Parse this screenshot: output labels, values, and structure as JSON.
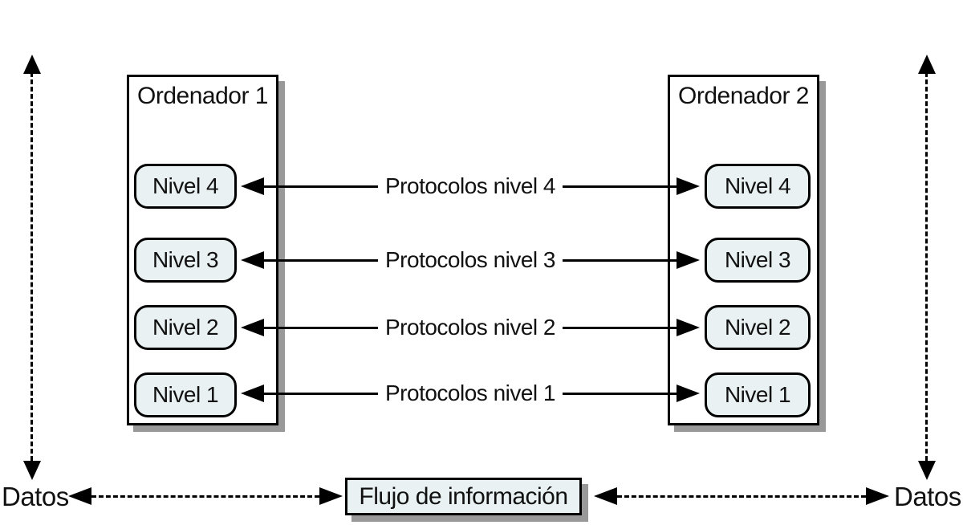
{
  "diagram": {
    "computers": [
      {
        "title": "Ordenador 1",
        "levels": [
          "Nivel 4",
          "Nivel 3",
          "Nivel 2",
          "Nivel 1"
        ]
      },
      {
        "title": "Ordenador 2",
        "levels": [
          "Nivel 4",
          "Nivel 3",
          "Nivel 2",
          "Nivel 1"
        ]
      }
    ],
    "protocols": [
      "Protocolos nivel 4",
      "Protocolos nivel 3",
      "Protocolos nivel 2",
      "Protocolos nivel 1"
    ],
    "flow_box_label": "Flujo de información",
    "left_data_label": "Datos",
    "right_data_label": "Datos",
    "colors": {
      "background": "#ffffff",
      "line": "#000000",
      "level_fill": "#e9f1f2",
      "shadow": "#999999"
    }
  }
}
